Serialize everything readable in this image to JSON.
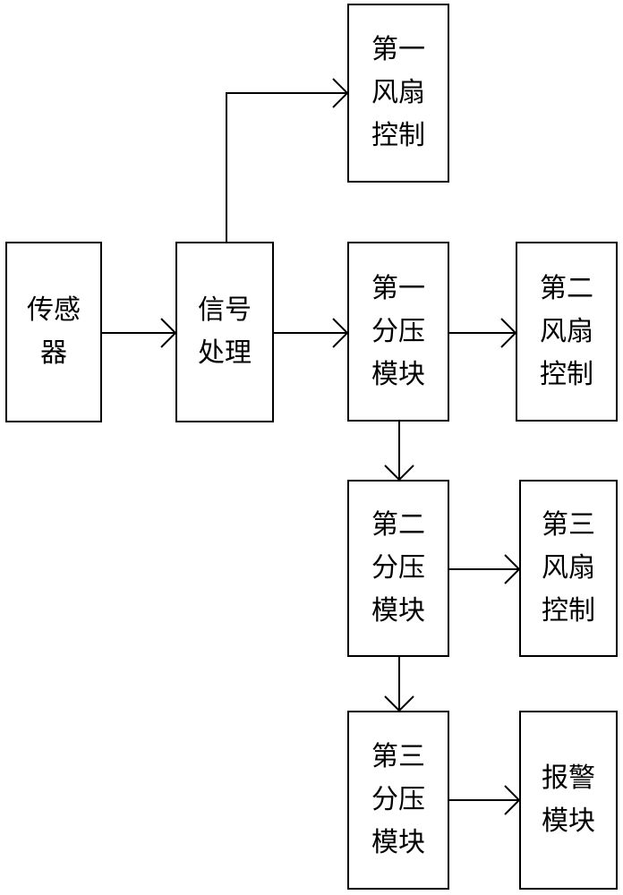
{
  "nodes": {
    "sensor": "传感\n器",
    "signal_processing": "信号\n处理",
    "fan1_control": "第一\n风扇\n控制",
    "divider1": "第一\n分压\n模块",
    "fan2_control": "第二\n风扇\n控制",
    "divider2": "第二\n分压\n模块",
    "fan3_control": "第三\n风扇\n控制",
    "divider3": "第三\n分压\n模块",
    "alarm": "报警\n模块"
  },
  "colors": {
    "stroke": "#000000",
    "background": "#ffffff"
  }
}
